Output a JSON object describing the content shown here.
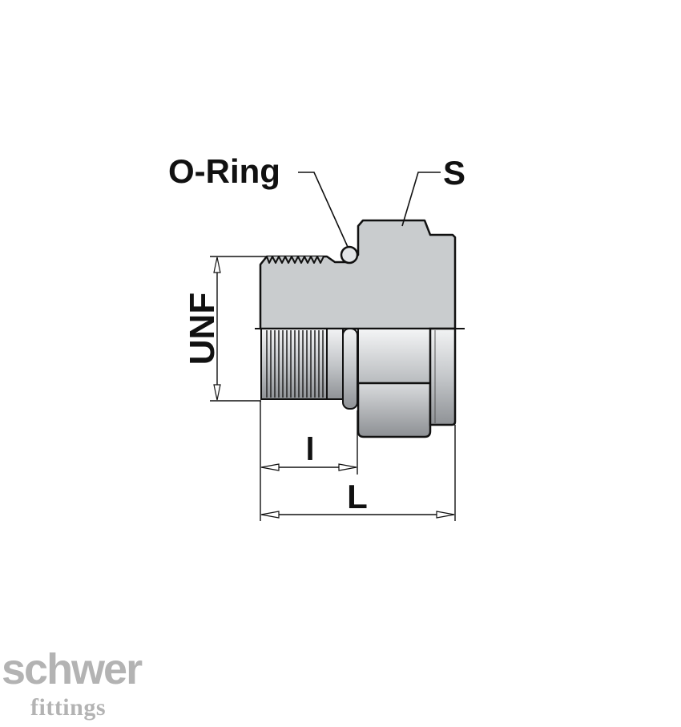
{
  "labels": {
    "o_ring": "O-Ring",
    "s": "S",
    "unf": "UNF",
    "l_small": "l",
    "l_total": "L"
  },
  "logo": {
    "brand": "schwer",
    "sub": "fittings"
  },
  "colors": {
    "body_fill": "#c9ccce",
    "hex_face": "#d7d9db",
    "outline": "#111111",
    "logo": "#b3b3b3"
  }
}
